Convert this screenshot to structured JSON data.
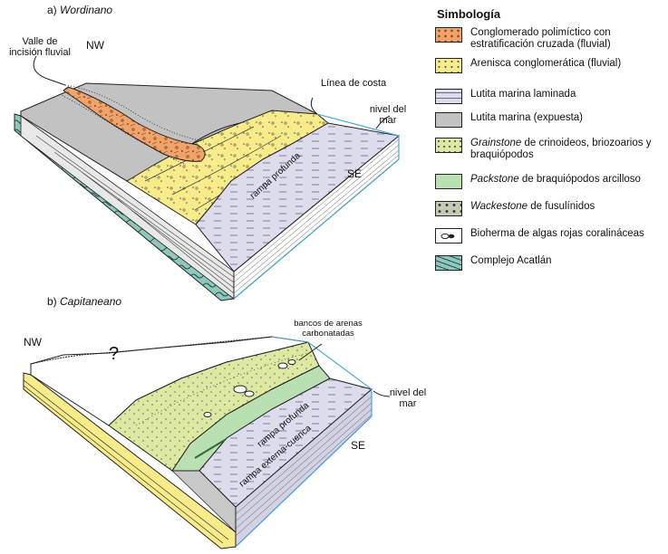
{
  "panel_a": {
    "letter": "a)",
    "title": "Wordinano",
    "nw": "NW",
    "se": "SE",
    "valle_label": "Valle de incisión fluvial",
    "costa_label": "Línea de costa",
    "nivel_mar": "nivel del mar",
    "rampa": "rampa profunda"
  },
  "panel_b": {
    "letter": "b)",
    "title": "Capitaneano",
    "nw": "NW",
    "se": "SE",
    "question": "?",
    "bancos": "bancos de arenas carbonatadas",
    "nivel_mar": "nivel del mar",
    "rampa_profunda": "rampa profunda",
    "rampa_externa": "rampa externa-cuenca"
  },
  "legend": {
    "title": "Simbología",
    "items": [
      {
        "key": "conglomerado",
        "pre": "",
        "em": "",
        "text": "Conglomerado polimíctico con estratificación cruzada (fluvial)",
        "color": "#f0a36a"
      },
      {
        "key": "arenisca",
        "pre": "",
        "em": "",
        "text": "Arenisca conglomerática (fluvial)",
        "color": "#f8ec8a"
      },
      {
        "key": "lutita-laminada",
        "pre": "",
        "em": "",
        "text": "Lutita marina laminada",
        "color": "#dcdcec"
      },
      {
        "key": "lutita-expuesta",
        "pre": "",
        "em": "",
        "text": "Lutita marina (expuesta)",
        "color": "#c2c2c2"
      },
      {
        "key": "grainstone",
        "pre": "",
        "em": "Grainstone",
        "text": " de crinoideos, briozoarios y braquiópodos",
        "color": "#dde9a0"
      },
      {
        "key": "packstone",
        "pre": "",
        "em": "Packstone",
        "text": " de braquiópodos arcilloso",
        "color": "#b9e0b0"
      },
      {
        "key": "wackestone",
        "pre": "",
        "em": "Wackestone",
        "text": " de fusulínidos",
        "color": "#c3cbb3"
      },
      {
        "key": "bioherma",
        "pre": "",
        "em": "",
        "text": "Bioherma de algas rojas coralináceas",
        "color": "#ffffff"
      },
      {
        "key": "acatlan",
        "pre": "",
        "em": "",
        "text": "Complejo Acatlán",
        "color": "#8fc7bd"
      }
    ]
  }
}
